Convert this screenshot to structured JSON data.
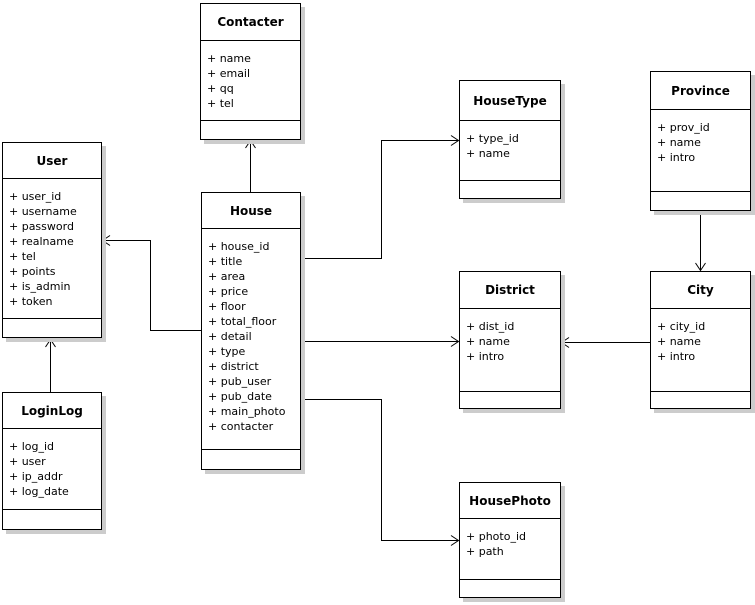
{
  "diagram": {
    "kind": "uml-class-diagram",
    "colors": {
      "background": "#ffffff",
      "box_fill": "#ffffff",
      "box_border": "#000000",
      "box_shadow": "#cccccc",
      "text": "#000000",
      "relation_line": "#000000"
    }
  },
  "entities": [
    {
      "name": "Contacter",
      "attributes": [
        "+ name",
        "+ email",
        "+ qq",
        "+ tel"
      ]
    },
    {
      "name": "User",
      "attributes": [
        "+ user_id",
        "+ username",
        "+ password",
        "+ realname",
        "+ tel",
        "+ points",
        "+ is_admin",
        "+ token"
      ]
    },
    {
      "name": "LoginLog",
      "attributes": [
        "+ log_id",
        "+ user",
        "+ ip_addr",
        "+ log_date"
      ]
    },
    {
      "name": "House",
      "attributes": [
        "+ house_id",
        "+ title",
        "+ area",
        "+ price",
        "+ floor",
        "+ total_floor",
        "+ detail",
        "+ type",
        "+ district",
        "+ pub_user",
        "+ pub_date",
        "+ main_photo",
        "+ contacter"
      ]
    },
    {
      "name": "HouseType",
      "attributes": [
        "+ type_id",
        "+ name"
      ]
    },
    {
      "name": "Province",
      "attributes": [
        "+ prov_id",
        "+ name",
        "+ intro"
      ]
    },
    {
      "name": "District",
      "attributes": [
        "+ dist_id",
        "+ name",
        "+ intro"
      ]
    },
    {
      "name": "City",
      "attributes": [
        "+ city_id",
        "+ name",
        "+ intro"
      ]
    },
    {
      "name": "HousePhoto",
      "attributes": [
        "+ photo_id",
        "+ path"
      ]
    }
  ],
  "relations": [
    {
      "from": "House",
      "to": "Contacter",
      "arrow": "open"
    },
    {
      "from": "House",
      "to": "User",
      "arrow": "open"
    },
    {
      "from": "LoginLog",
      "to": "User",
      "arrow": "open"
    },
    {
      "from": "House",
      "to": "HouseType",
      "arrow": "open"
    },
    {
      "from": "House",
      "to": "District",
      "arrow": "open"
    },
    {
      "from": "House",
      "to": "HousePhoto",
      "arrow": "open"
    },
    {
      "from": "Province",
      "to": "City",
      "arrow": "open"
    },
    {
      "from": "City",
      "to": "District",
      "arrow": "open"
    }
  ]
}
